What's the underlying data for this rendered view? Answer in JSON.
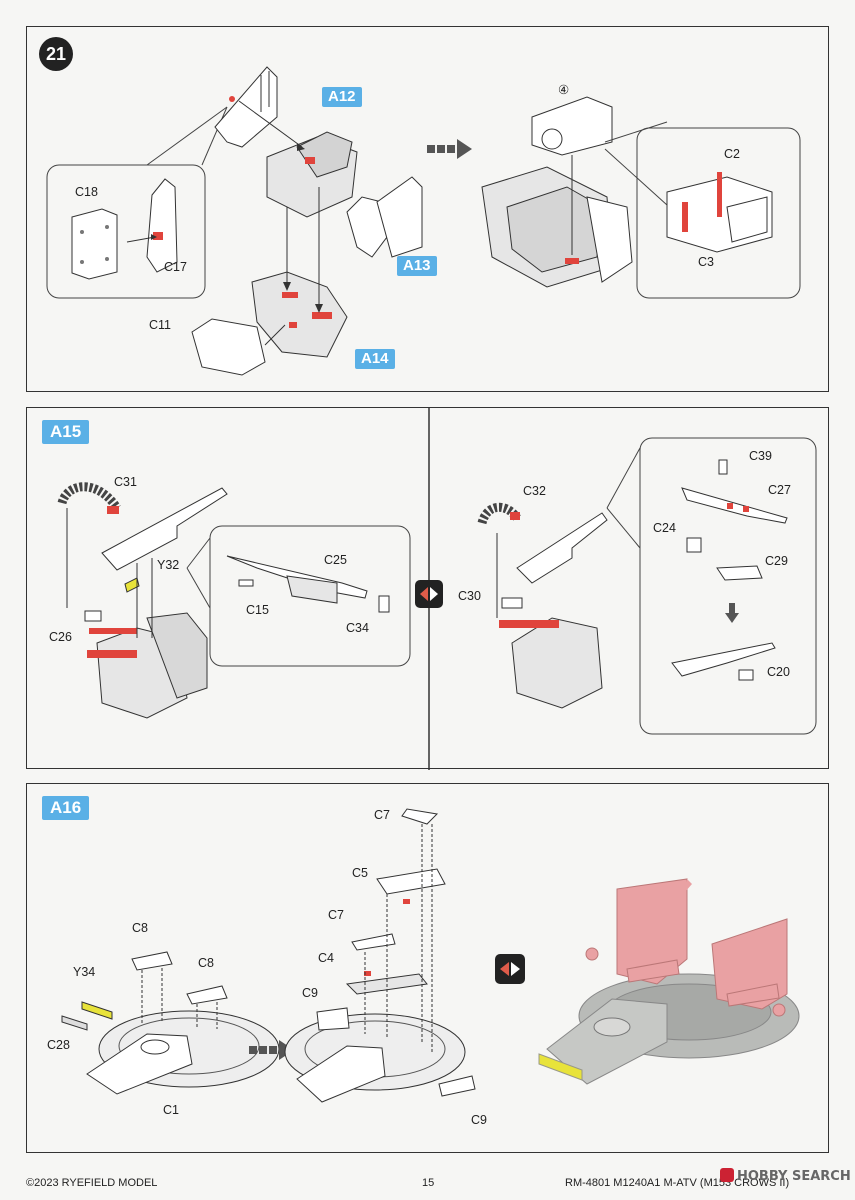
{
  "step21": {
    "badge": "21",
    "tags": {
      "a12": "A12",
      "a13": "A13",
      "a14": "A14"
    },
    "labels": {
      "c18": "C18",
      "c17": "C17",
      "c11": "C11",
      "c2": "C2",
      "c3": "C3"
    },
    "callout_number": "④"
  },
  "a15": {
    "tag": "A15",
    "left_labels": {
      "c31": "C31",
      "y32": "Y32",
      "c26": "C26",
      "c25": "C25",
      "c15": "C15",
      "c34": "C34"
    },
    "right_labels": {
      "c32": "C32",
      "c30": "C30",
      "c39": "C39",
      "c27": "C27",
      "c24": "C24",
      "c29": "C29",
      "c20": "C20"
    }
  },
  "a16": {
    "tag": "A16",
    "labels": {
      "c8a": "C8",
      "c8b": "C8",
      "y34": "Y34",
      "c28": "C28",
      "c1": "C1",
      "c7a": "C7",
      "c5": "C5",
      "c7b": "C7",
      "c4": "C4",
      "c9a": "C9",
      "c9b": "C9"
    }
  },
  "footer": {
    "copyright": "©2023 RYEFIELD MODEL",
    "page_number": "15",
    "product": "RM-4801 M1240A1 M-ATV (M153 CROWS II)",
    "watermark": "HOBBY SEARCH"
  },
  "colors": {
    "badge_blue": "#5ab0e6",
    "highlight_red": "#e0443c",
    "render_pink": "#e9a1a3",
    "yellow_part": "#e8e33a",
    "gray_part": "#b9bbb8"
  }
}
